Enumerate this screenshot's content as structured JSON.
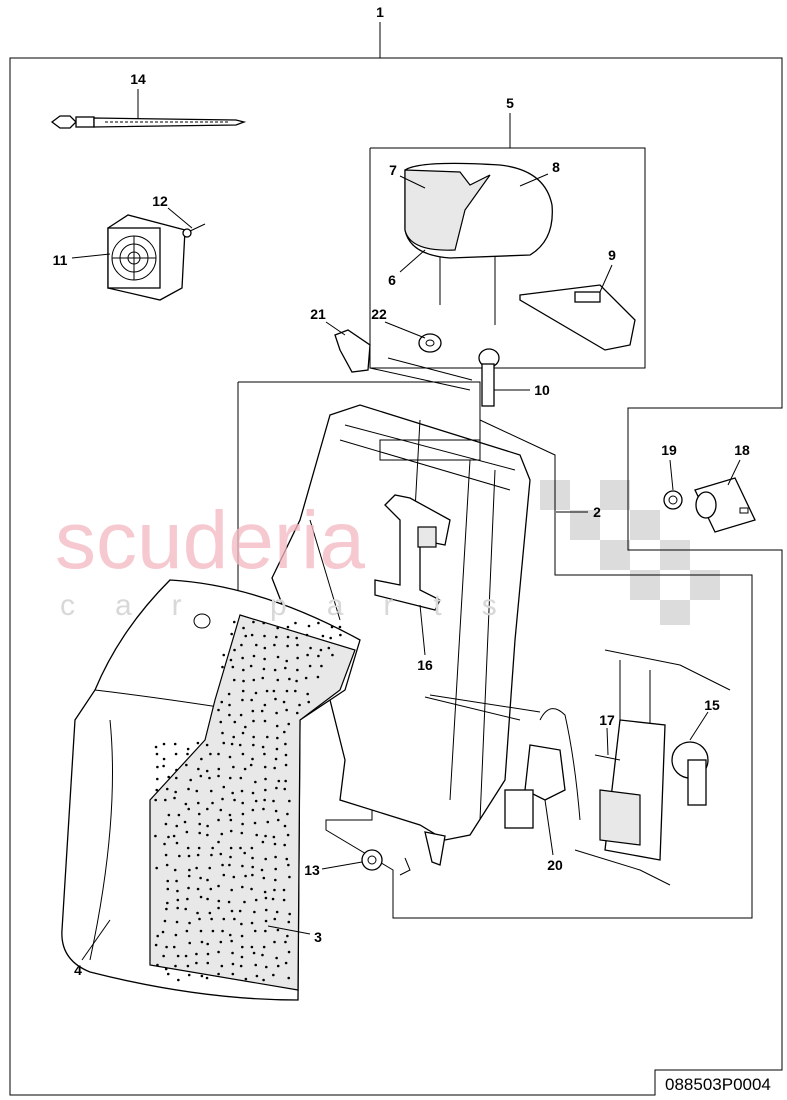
{
  "diagram": {
    "drawing_code": "088503P0004",
    "watermark": {
      "brand": "scuderia",
      "sub": "car parts"
    },
    "callouts": [
      {
        "id": "1"
      },
      {
        "id": "2"
      },
      {
        "id": "3"
      },
      {
        "id": "4"
      },
      {
        "id": "5"
      },
      {
        "id": "6"
      },
      {
        "id": "7"
      },
      {
        "id": "8"
      },
      {
        "id": "9"
      },
      {
        "id": "10"
      },
      {
        "id": "11"
      },
      {
        "id": "12"
      },
      {
        "id": "13"
      },
      {
        "id": "14"
      },
      {
        "id": "15"
      },
      {
        "id": "16"
      },
      {
        "id": "17"
      },
      {
        "id": "18"
      },
      {
        "id": "19"
      },
      {
        "id": "20"
      },
      {
        "id": "21"
      },
      {
        "id": "22"
      }
    ],
    "colors": {
      "line": "#000000",
      "watermark": "#f2b8c0",
      "checker": "#d8d8d8"
    }
  }
}
